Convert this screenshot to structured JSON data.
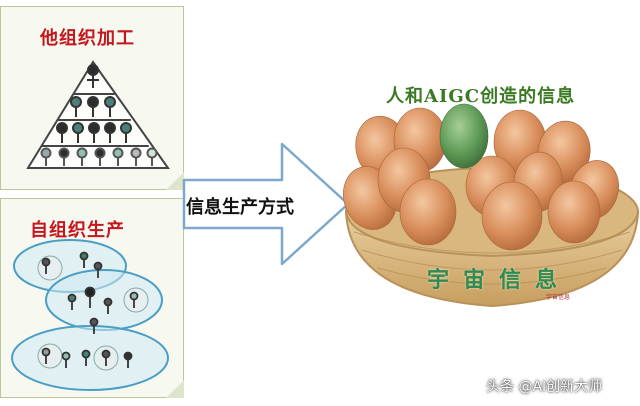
{
  "panels": {
    "top_title": "他组织加工",
    "bottom_title": "自组织生产"
  },
  "arrow": {
    "label": "信息生产方式"
  },
  "eggs": {
    "title": "人和AIGC创造的信息",
    "basket_label": "宇宙信息",
    "seal_text": "宇宙信息"
  },
  "watermark": "头条 @AI创新大师",
  "colors": {
    "panel_title": "#c4161c",
    "top_title": "#3a7a22",
    "basket_label": "#2f8a55",
    "arrow_fill": "#ffffff",
    "arrow_stroke": "#7da8cc",
    "egg_brown": "#d98e5c",
    "egg_green": "#5f9b57",
    "basket": "#d9b77f"
  }
}
